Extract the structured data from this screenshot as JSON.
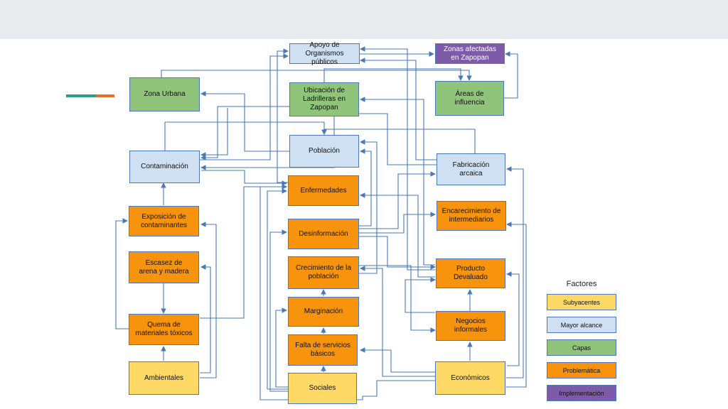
{
  "nodes": {
    "apoyo": "Apoyo de\nOrganismos públicos",
    "zonas_afectadas": "Zonas afectadas\nen Zapopan",
    "zona_urbana": "Zona Urbana",
    "ubicacion": "Ubicación de\nLadrilleras en\nZapopan",
    "areas": "Áreas de\ninfluencia",
    "poblacion": "Población",
    "contaminacion": "Contaminación",
    "fabricacion": "Fabricación\narcaica",
    "enfermedades": "Enfermedades",
    "exposicion": "Exposición de\ncontaminantes",
    "encarecimiento": "Encarecimiento de\nintermediarios",
    "desinformacion": "Desinformación",
    "escasez": "Escasez de\narena y madera",
    "crecimiento": "Crecimiento de la\npoblación",
    "producto": "Producto\nDevaluado",
    "marginacion": "Marginación",
    "quema": "Quema de\nmateriales tóxicos",
    "negocios": "Negocios\ninformales",
    "falta": "Falta de servicios\nbásicos",
    "ambientales": "Ambientales",
    "sociales": "Sociales",
    "economicos": "Económicos"
  },
  "legend": {
    "title": "Factores",
    "items": [
      "Subyacentes",
      "Mayor alcance",
      "Capas",
      "Problemática",
      "Implementación"
    ]
  },
  "colors": {
    "subyacentes": "#ffd966",
    "mayor_alcance": "#cfe0f2",
    "capas": "#8fc47a",
    "problematica": "#f7930c",
    "implementacion": "#7e5ba8",
    "connector": "#4a78b8"
  }
}
